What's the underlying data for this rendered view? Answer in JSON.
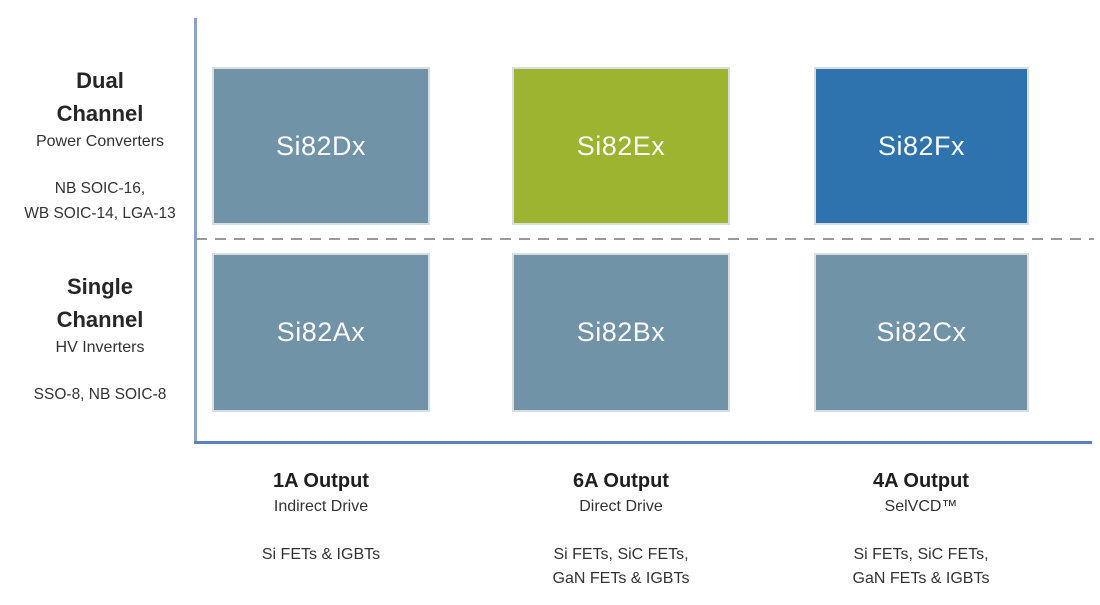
{
  "palette": {
    "slate_box": "#7193A8",
    "green_box": "#9CB42F",
    "blue_box": "#2F73AE",
    "axis_vertical": "#8CA0CC",
    "axis_horizontal": "#5C7FBE",
    "dashed_divider": "#9A9A9A",
    "box_text": "#FAFAFA"
  },
  "rows": [
    {
      "id": "dual-channel",
      "title": "Dual\nChannel",
      "subtitle": "Power Converters",
      "packages": "NB SOIC-16,\nWB SOIC-14, LGA-13",
      "boxes": [
        {
          "label": "Si82Dx",
          "color": "#7193A8"
        },
        {
          "label": "Si82Ex",
          "color": "#9CB42F"
        },
        {
          "label": "Si82Fx",
          "color": "#2F73AE"
        }
      ]
    },
    {
      "id": "single-channel",
      "title": "Single\nChannel",
      "subtitle": "HV Inverters",
      "packages": "SSO-8, NB SOIC-8",
      "boxes": [
        {
          "label": "Si82Ax",
          "color": "#7193A8"
        },
        {
          "label": "Si82Bx",
          "color": "#7193A8"
        },
        {
          "label": "Si82Cx",
          "color": "#7193A8"
        }
      ]
    }
  ],
  "columns": [
    {
      "title": "1A Output",
      "subtitle": "Indirect Drive",
      "devices": "Si FETs & IGBTs"
    },
    {
      "title": "6A Output",
      "subtitle": "Direct Drive",
      "devices": "Si FETs, SiC FETs,\nGaN FETs & IGBTs"
    },
    {
      "title": "4A Output",
      "subtitle": "SelVCD™",
      "devices": "Si FETs, SiC FETs,\nGaN FETs & IGBTs"
    }
  ]
}
